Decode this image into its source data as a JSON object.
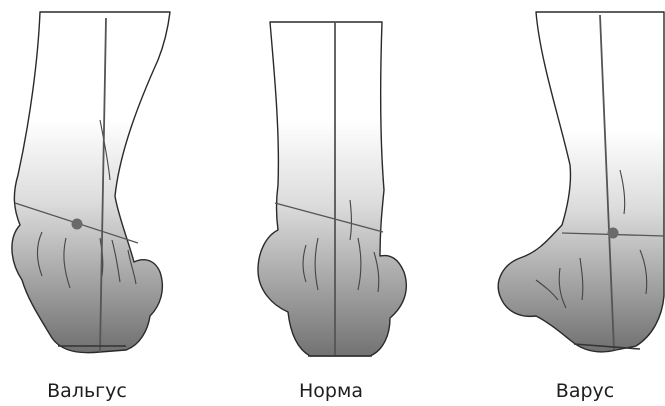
{
  "figures": [
    {
      "id": "valgus",
      "label": "Вальгус"
    },
    {
      "id": "normal",
      "label": "Норма"
    },
    {
      "id": "varus",
      "label": "Варус"
    }
  ],
  "colors": {
    "outline": "#2a2a2a",
    "fill_top": "#ffffff",
    "fill_bottom": "#7a7a7a",
    "axis": "#555555",
    "joint_dot": "#6a6a6a"
  }
}
